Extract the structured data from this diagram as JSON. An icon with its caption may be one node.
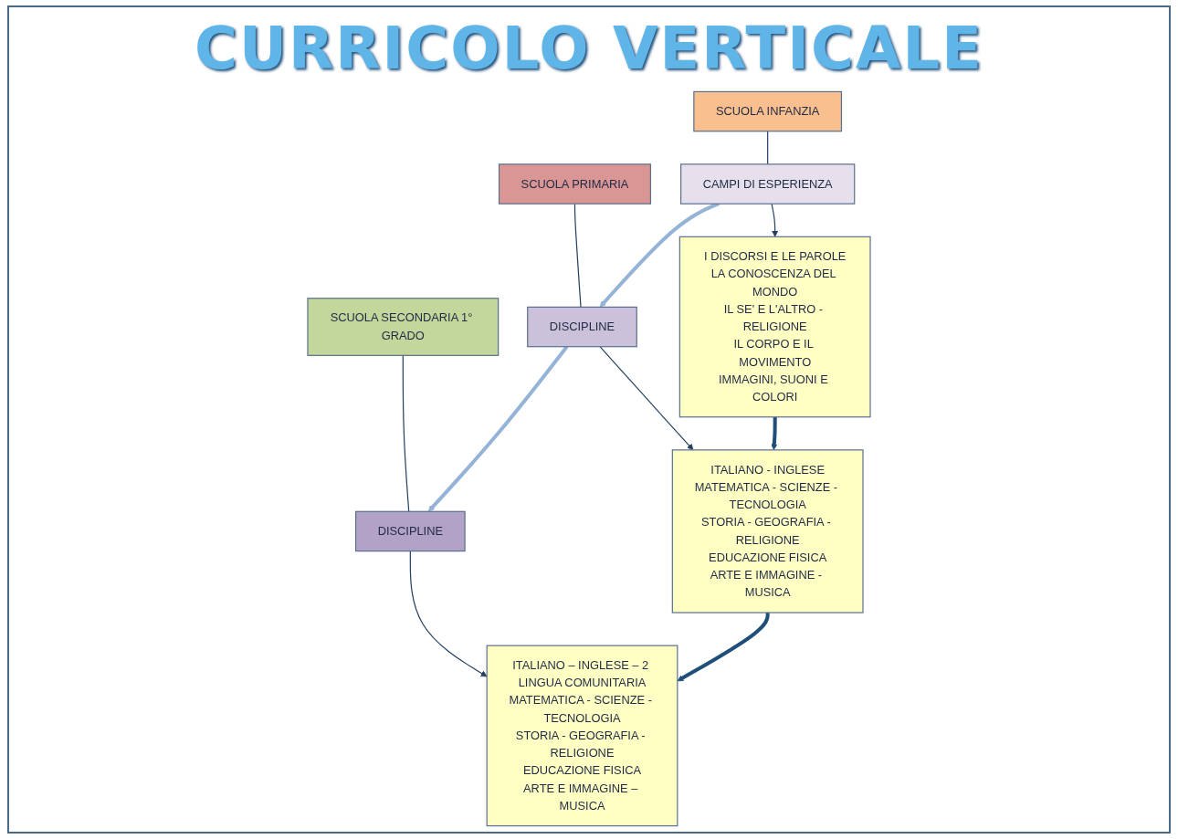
{
  "diagram": {
    "title": "CURRICOLO VERTICALE",
    "nodes": [
      {
        "text": [
          "SCUOLA INFANZIA"
        ]
      },
      {
        "text": [
          "SCUOLA PRIMARIA"
        ]
      },
      {
        "text": [
          "SCUOLA SECONDARIA 1° GRADO"
        ]
      },
      {
        "text": [
          "CAMPI DI ESPERIENZA"
        ]
      },
      {
        "text": [
          "DISCIPLINE"
        ]
      },
      {
        "text": [
          "DISCIPLINE"
        ]
      },
      {
        "text": [
          "I DISCORSI E LE PAROLE",
          "LA CONOSCENZA DEL MONDO",
          "IL SE' E L'ALTRO - RELIGIONE",
          "IL CORPO E IL MOVIMENTO",
          "IMMAGINI, SUONI E COLORI"
        ]
      },
      {
        "text": [
          "ITALIANO - INGLESE",
          "MATEMATICA - SCIENZE - TECNOLOGIA",
          "STORIA - GEOGRAFIA - RELIGIONE",
          "EDUCAZIONE FISICA",
          "ARTE E IMMAGINE - MUSICA"
        ]
      },
      {
        "text": [
          "ITALIANO – INGLESE – 2 LINGUA COMUNITARIA",
          "MATEMATICA - SCIENZE - TECNOLOGIA",
          "STORIA - GEOGRAFIA - RELIGIONE",
          "EDUCAZIONE FISICA",
          "ARTE E IMMAGINE – MUSICA"
        ]
      }
    ],
    "edges": [
      {
        "from": 0,
        "to": 3,
        "arrow": "none"
      },
      {
        "from": 1,
        "to": 4,
        "arrow": "none"
      },
      {
        "from": 2,
        "to": 5,
        "arrow": "none"
      },
      {
        "from": 3,
        "to": 4,
        "arrow": "to",
        "style": "thick",
        "color": "#95b3d7"
      },
      {
        "from": 4,
        "to": 5,
        "arrow": "to",
        "style": "thick",
        "color": "#95b3d7"
      },
      {
        "from": 3,
        "to": 6,
        "arrow": "to"
      },
      {
        "from": 4,
        "to": 7,
        "arrow": "to"
      },
      {
        "from": 5,
        "to": 8,
        "arrow": "to"
      },
      {
        "from": 6,
        "to": 7,
        "arrow": "to",
        "style": "thick",
        "color": "#1f4e79"
      },
      {
        "from": 7,
        "to": 8,
        "arrow": "to",
        "style": "thick",
        "color": "#1f4e79"
      }
    ]
  }
}
